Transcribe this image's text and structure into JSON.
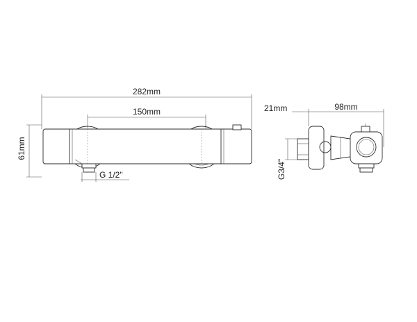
{
  "dimensions": {
    "overall_length": "282mm",
    "center_distance": "150mm",
    "height": "61mm",
    "outlet_thread": "G 1/2\"",
    "wall_offset": "21mm",
    "depth": "98mm",
    "inlet_thread": "G3/4\""
  }
}
